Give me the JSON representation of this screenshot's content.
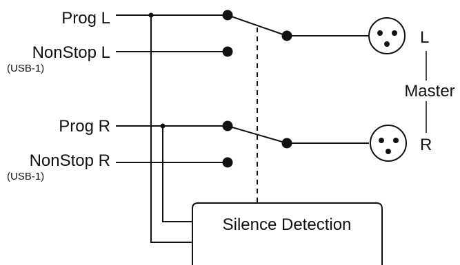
{
  "inputs": {
    "prog_l": "Prog L",
    "nonstop_l": "NonStop L",
    "nonstop_l_sub": "(USB-1)",
    "prog_r": "Prog R",
    "nonstop_r": "NonStop R",
    "nonstop_r_sub": "(USB-1)"
  },
  "outputs": {
    "left": "L",
    "right": "R",
    "group": "Master"
  },
  "detector": {
    "label": "Silence Detection"
  },
  "colors": {
    "line": "#111111",
    "background": "#ffffff"
  }
}
